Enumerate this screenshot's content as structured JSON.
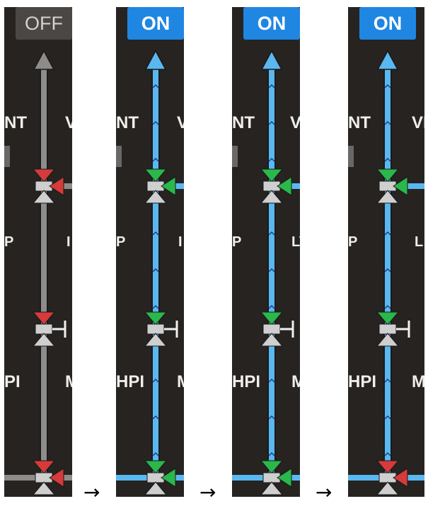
{
  "arrow_glyph": "→",
  "panels": [
    {
      "status": "OFF",
      "state": "off",
      "labels": {
        "vent_left": "NT",
        "vent_right": "V",
        "bypass_left": "P",
        "bypass_right": "I",
        "hpi_left": "PI",
        "hpi_right": "M"
      },
      "colors": {
        "pipe": "#8e8c8a",
        "top_valve": "#d63a3a",
        "mid_valve": "#d63a3a",
        "bottom_valve": "#d63a3a"
      }
    },
    {
      "status": "ON",
      "state": "on",
      "labels": {
        "vent_left": "NT",
        "vent_right": "V",
        "bypass_left": "P",
        "bypass_right": "I",
        "hpi_left": "HPI",
        "hpi_right": "M"
      },
      "colors": {
        "pipe": "#5ab8f0",
        "top_valve": "#2ab84a",
        "mid_valve": "#2ab84a",
        "bottom_valve": "#2ab84a"
      }
    },
    {
      "status": "ON",
      "state": "on",
      "labels": {
        "vent_left": "NT",
        "vent_right": "VE",
        "bypass_left": "P",
        "bypass_right": "LY",
        "hpi_left": "HPI",
        "hpi_right": "M"
      },
      "colors": {
        "pipe": "#5ab8f0",
        "top_valve": "#2ab84a",
        "mid_valve": "#2ab84a",
        "bottom_valve": "#2ab84a"
      }
    },
    {
      "status": "ON",
      "state": "on",
      "labels": {
        "vent_left": "NT",
        "vent_right": "VI",
        "bypass_left": "P",
        "bypass_right": "L",
        "hpi_left": "HPI",
        "hpi_right": "M"
      },
      "colors": {
        "pipe": "#5ab8f0",
        "top_valve": "#2ab84a",
        "mid_valve": "#2ab84a",
        "bottom_valve": "#d63a3a"
      }
    }
  ]
}
